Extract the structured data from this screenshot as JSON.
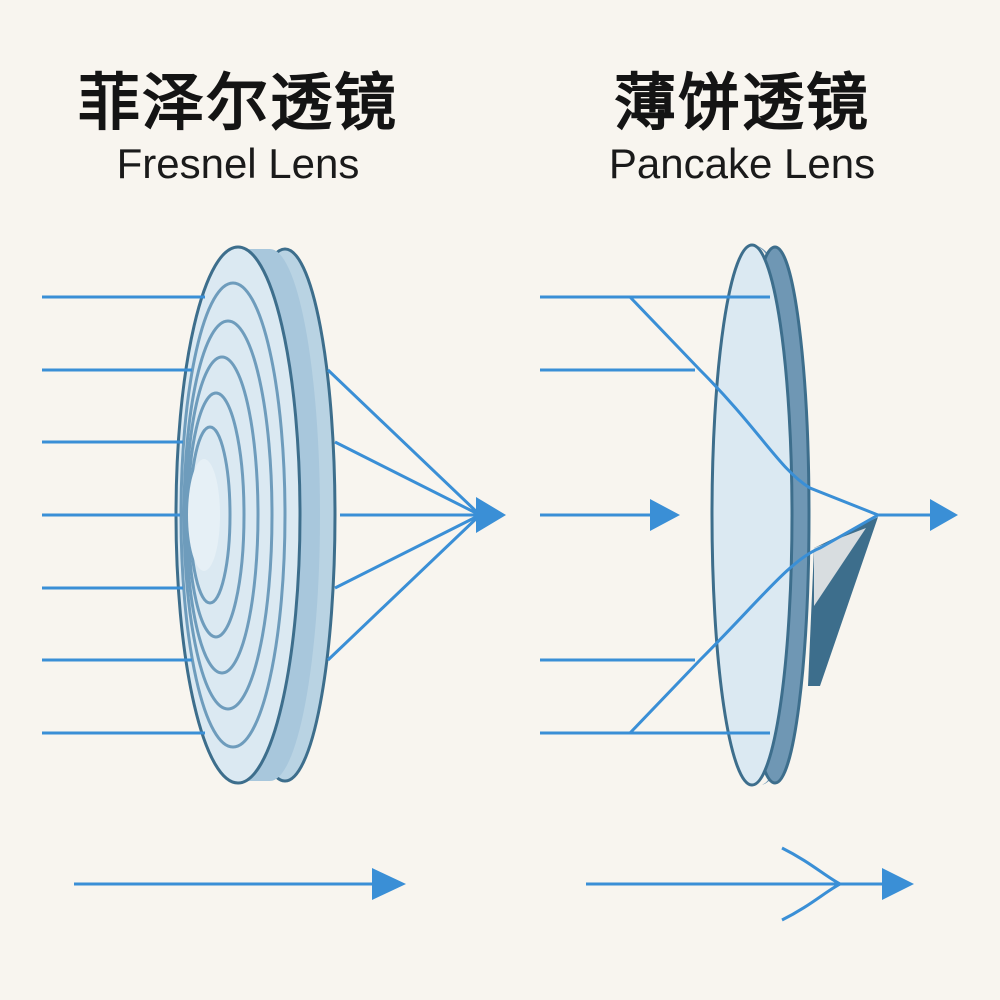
{
  "fresnel": {
    "title_cn": "菲泽尔透镜",
    "title_en": "Fresnel Lens"
  },
  "pancake": {
    "title_cn": "薄饼透镜",
    "title_en": "Pancake Lens"
  },
  "colors": {
    "background": "#f8f5ef",
    "ray": "#3a8fd6",
    "lens_face": "#dbe9f2",
    "lens_edge": "#9fbfd6",
    "lens_outline": "#3d6e8c",
    "pancake_rim": "#6f97b4",
    "text": "#141414"
  }
}
